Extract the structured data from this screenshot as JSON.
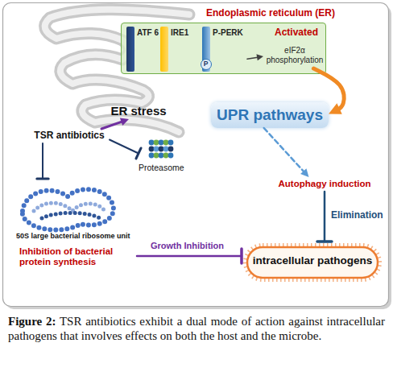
{
  "diagram": {
    "caption": "Figure 2: TSR antibiotics exhibit a dual mode of action against intracellular pathogens that involves effects on both the host and the microbe.",
    "nodes": [
      {
        "text": [
          "Endoplasmic reticulum (ER)",
          "Activated"
        ]
      },
      {
        "text": [
          "ATF 6"
        ],
        "in": 0
      },
      {
        "text": [
          "IRE1"
        ],
        "in": 0
      },
      {
        "text": [
          "P-PERK"
        ],
        "in": 0
      },
      {
        "text": [
          "P"
        ],
        "in": 0
      },
      {
        "text": [
          "eIF2α phosphorylation"
        ],
        "in": 0
      },
      {
        "text": [
          "ER stress"
        ]
      },
      {
        "text": [
          "TSR antibiotics"
        ]
      },
      {
        "text": [
          "UPR pathways"
        ]
      },
      {
        "text": [
          "Proteasome"
        ]
      },
      {
        "text": [
          "Autophagy induction"
        ]
      },
      {
        "text": [
          "50S large bacterial ribosome unit",
          "Inhibition of bacterial protein synthesis"
        ]
      },
      {
        "text": [
          "intracellular pathogens"
        ]
      }
    ],
    "edges": [
      {
        "from": 3,
        "to": 5,
        "arrow": "to"
      },
      {
        "from": 5,
        "to": 8,
        "arrow": "to"
      },
      {
        "from": 7,
        "to": 6,
        "arrow": "to"
      },
      {
        "from": 7,
        "to": 9,
        "arrow": "to"
      },
      {
        "from": 7,
        "to": 11,
        "arrow": "to"
      },
      {
        "from": 8,
        "to": 10,
        "arrow": "to"
      },
      {
        "from": 10,
        "to": 12,
        "label": "Elimination",
        "arrow": "to"
      },
      {
        "from": 11,
        "to": 12,
        "label": "Growth Inhibition",
        "arrow": "to"
      }
    ]
  }
}
